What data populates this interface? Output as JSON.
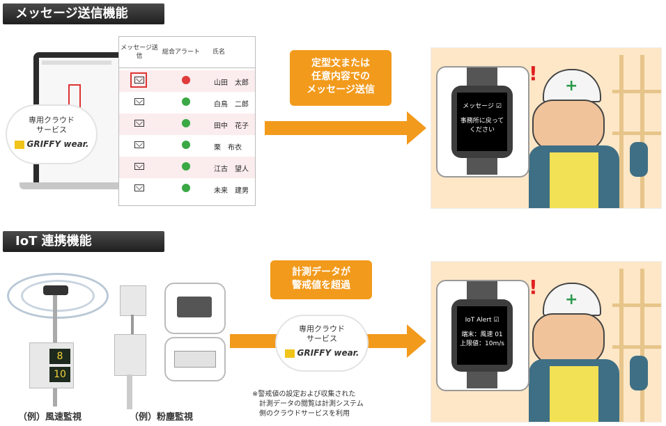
{
  "section1": {
    "title": "メッセージ送信機能",
    "table": {
      "headers": [
        "メッセージ送信",
        "総合アラート",
        "氏名"
      ],
      "rows": [
        {
          "name": "山田　太郎",
          "alert": "red"
        },
        {
          "name": "白鳥　二郎",
          "alert": "green"
        },
        {
          "name": "田中　花子",
          "alert": "green"
        },
        {
          "name": "栗　布衣",
          "alert": "green"
        },
        {
          "name": "江古　望人",
          "alert": "green"
        },
        {
          "name": "未来　建男",
          "alert": "green"
        }
      ]
    },
    "cloud": {
      "line1": "専用クラウド",
      "line2": "サービス",
      "logo": "GRIFFY wear."
    },
    "callout": {
      "line1": "定型文または",
      "line2": "任意内容での",
      "line3": "メッセージ送信"
    },
    "watch": {
      "line1": "メッセージ ☑",
      "line2": "事務所に戻って",
      "line3": "ください"
    }
  },
  "section2": {
    "title": "IoT 連携機能",
    "callout": {
      "line1": "計測データが",
      "line2": "警戒値を超過"
    },
    "cloud": {
      "line1": "専用クラウド",
      "line2": "サービス",
      "logo": "GRIFFY wear."
    },
    "watch": {
      "line1": "IoT Alert ☑",
      "line2": "端末：風速 01",
      "line3": "上限値：10m/s"
    },
    "caption_wind": "（例）風速監視",
    "caption_dust": "（例）粉塵監視",
    "note": {
      "line1": "※警戒値の設定および収集された",
      "line2": "計測データの閲覧は計測システム",
      "line3": "側のクラウドサービスを利用"
    },
    "sensor_display": {
      "v1": "8",
      "v2": "10"
    }
  },
  "colors": {
    "accent": "#f29a1c",
    "dark": "#2a2a2a",
    "alert_red": "#e03a3a",
    "ok_green": "#3aa845"
  }
}
